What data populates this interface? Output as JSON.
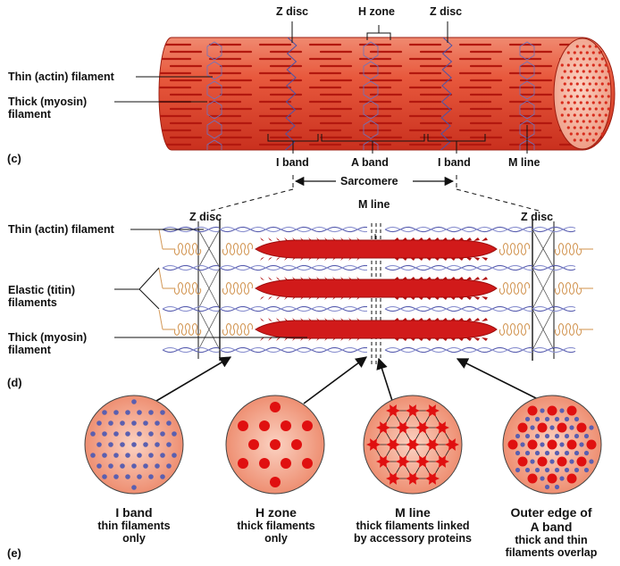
{
  "labels": {
    "z_disc_top_left": "Z disc",
    "h_zone_top": "H zone",
    "z_disc_top_right": "Z disc",
    "thin_filament_c": "Thin (actin) filament",
    "thick_filament_c_line1": "Thick (myosin)",
    "thick_filament_c_line2": "filament",
    "panel_c": "(c)",
    "i_band_left": "I band",
    "a_band": "A band",
    "i_band_right": "I band",
    "m_line_c": "M line",
    "sarcomere": "Sarcomere",
    "z_disc_d_left": "Z disc",
    "m_line_d": "M line",
    "z_disc_d_right": "Z disc",
    "thin_filament_d": "Thin (actin) filament",
    "elastic_line1": "Elastic (titin)",
    "elastic_line2": "filaments",
    "thick_filament_d_line1": "Thick (myosin)",
    "thick_filament_d_line2": "filament",
    "panel_d": "(d)",
    "panel_e": "(e)"
  },
  "cross_sections": [
    {
      "title": "I band",
      "lines": [
        "thin filaments",
        "only"
      ]
    },
    {
      "title": "H zone",
      "lines": [
        "thick filaments",
        "only"
      ]
    },
    {
      "title": "M line",
      "lines": [
        "thick filaments linked",
        "by accessory proteins"
      ]
    },
    {
      "title": "Outer edge of",
      "lines": [
        "A band",
        "thick and thin",
        "filaments overlap"
      ]
    }
  ],
  "colors": {
    "muscle": "#e8462f",
    "muscle_dark": "#b3180f",
    "actin": "#5a5fb0",
    "myosin": "#d11a1a",
    "titin": "#d49a5a",
    "disc_bg": "#f4a48a"
  }
}
